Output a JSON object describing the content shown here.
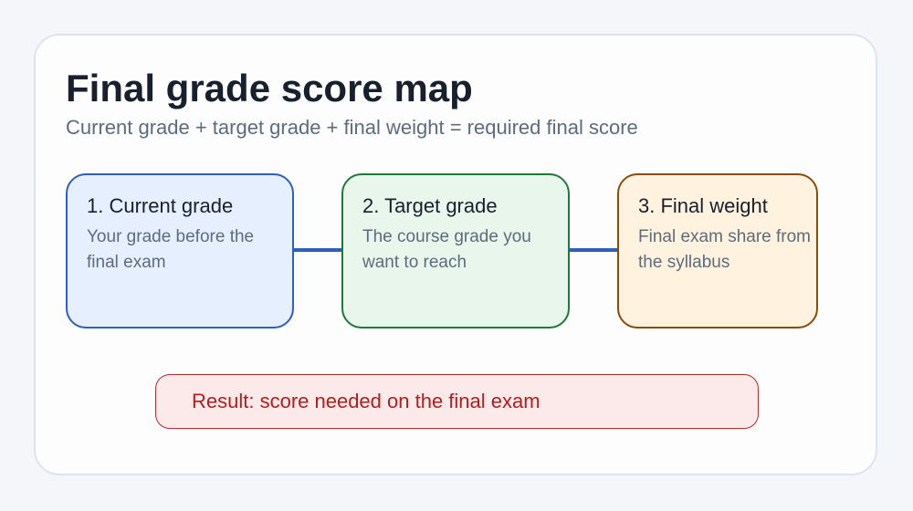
{
  "diagram": {
    "title": "Final grade score map",
    "subtitle": "Current grade + target grade + final weight = required final score",
    "steps": [
      {
        "title": "1. Current grade",
        "description": "Your grade before the final exam",
        "border_color": "#2f5ec0",
        "fill_color": "#e6effd"
      },
      {
        "title": "2. Target grade",
        "description": "The course grade you want to reach",
        "border_color": "#1d7a3a",
        "fill_color": "#e8f6ec"
      },
      {
        "title": "3. Final weight",
        "description": "Final exam share from the syllabus",
        "border_color": "#8a4b08",
        "fill_color": "#fff3df"
      }
    ],
    "connector_color": "#2f5ec0",
    "result": {
      "label": "Result: score needed on the final exam",
      "border_color": "#b42a2a",
      "fill_color": "#fce9e9",
      "text_color": "#b01e1e"
    }
  }
}
